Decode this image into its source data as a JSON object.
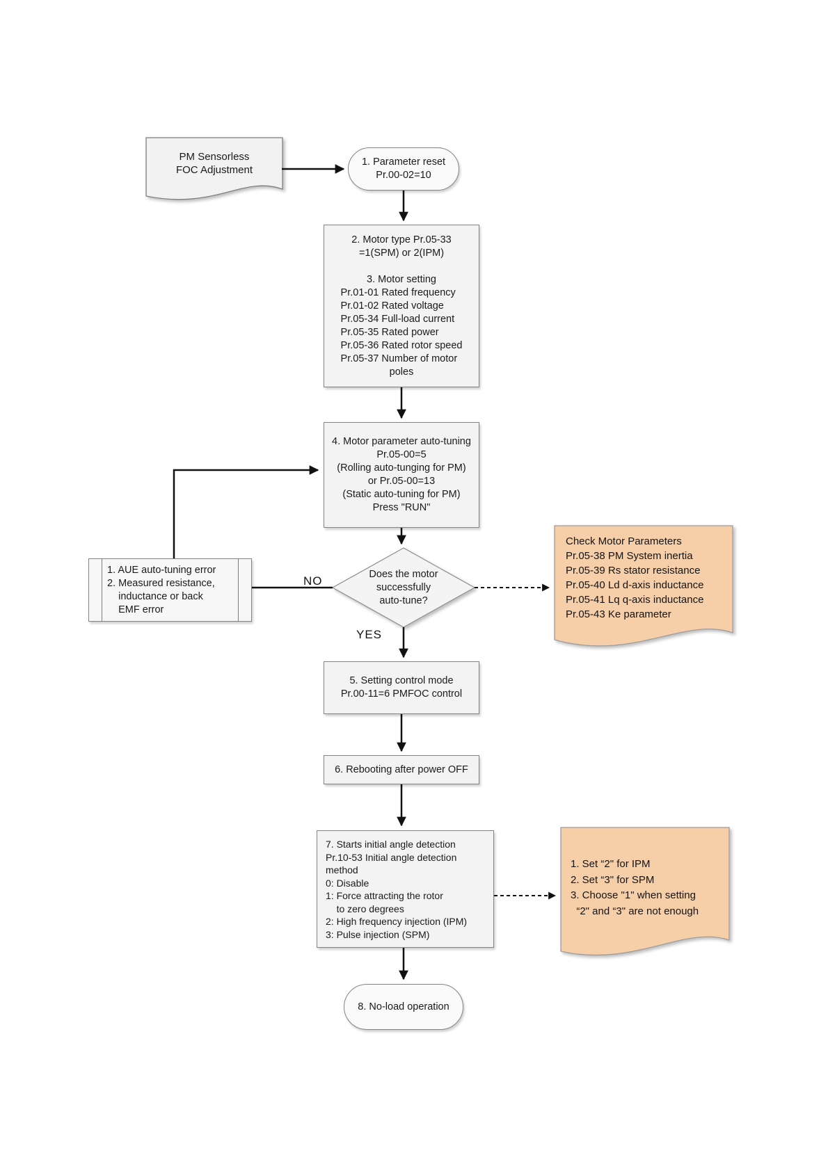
{
  "diagram_type": "flowchart",
  "colors": {
    "note_fill": "#F6CEA8",
    "shape_fill": "#F2F2F2",
    "line": "#111111"
  },
  "flowchart": {
    "start": {
      "lines": [
        "PM Sensorless",
        "FOC Adjustment"
      ]
    },
    "step1": {
      "lines": [
        "1. Parameter reset",
        "Pr.00-02=10"
      ]
    },
    "step2_3": {
      "head": [
        "2. Motor type Pr.05-33",
        "=1(SPM) or 2(IPM)",
        "",
        "3. Motor setting"
      ],
      "list": [
        "Pr.01-01 Rated frequency",
        "Pr.01-02 Rated voltage",
        "Pr.05-34 Full-load current",
        "Pr.05-35 Rated power",
        "Pr.05-36 Rated rotor speed",
        "Pr.05-37 Number of motor"
      ],
      "tail": [
        "poles"
      ]
    },
    "step4": {
      "lines": [
        "4. Motor parameter auto-tuning",
        "Pr.05-00=5",
        "(Rolling auto-tunging for PM)",
        "or Pr.05-00=13",
        "(Static auto-tuning for PM)",
        "Press \"RUN\""
      ]
    },
    "decision": {
      "lines": [
        "Does the motor",
        "successfully",
        "auto-tune?"
      ],
      "no_label": "NO",
      "yes_label": "YES"
    },
    "error_note": {
      "lines": [
        "1. AUE auto-tuning error",
        "2. Measured resistance,",
        "    inductance or back",
        "    EMF error"
      ]
    },
    "check_note": {
      "lines": [
        "Check Motor Parameters",
        "Pr.05-38 PM System inertia",
        "Pr.05-39 Rs stator resistance",
        "Pr.05-40 Ld d-axis inductance",
        "Pr.05-41 Lq q-axis inductance",
        "Pr.05-43 Ke parameter"
      ]
    },
    "step5": {
      "lines": [
        "5. Setting control mode",
        "Pr.00-11=6 PMFOC control"
      ]
    },
    "step6": {
      "lines": [
        "6. Rebooting after power OFF"
      ]
    },
    "step7": {
      "lines": [
        "7. Starts initial angle detection",
        "Pr.10-53 Initial angle detection",
        "method",
        "0: Disable",
        "1: Force attracting the rotor",
        "    to zero degrees",
        "2: High frequency injection (IPM)",
        "3: Pulse injection (SPM)"
      ]
    },
    "angle_note": {
      "lines": [
        "1. Set “2\" for IPM",
        "2. Set “3\" for SPM",
        "3. Choose \"1\" when setting",
        "  “2\" and “3\" are not enough"
      ]
    },
    "step8": {
      "lines": [
        "8. No-load operation"
      ]
    }
  }
}
